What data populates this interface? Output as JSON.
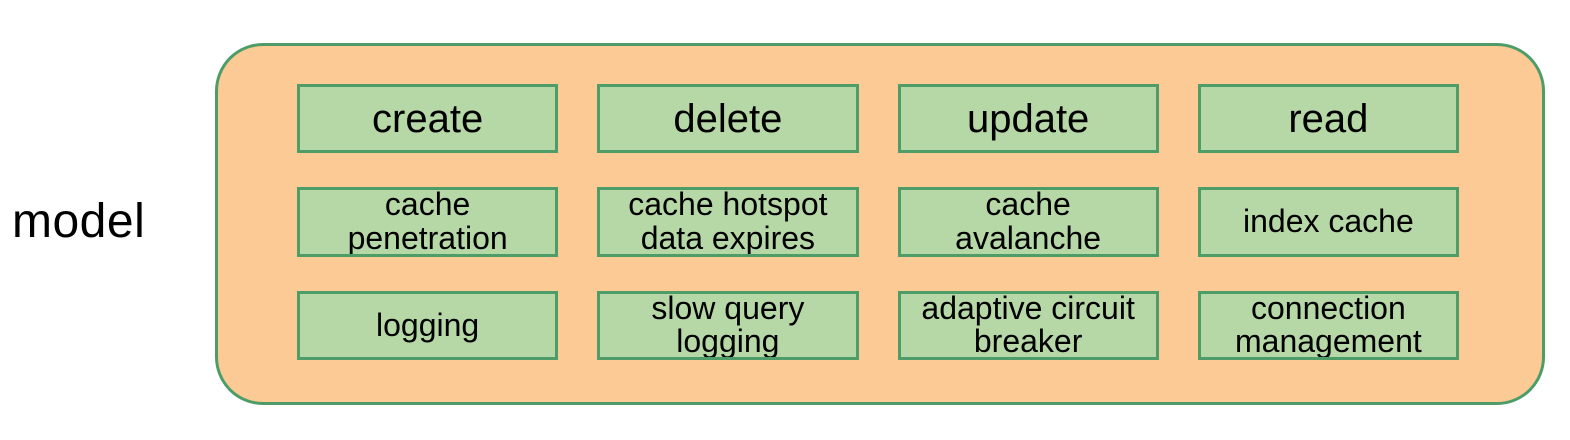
{
  "diagram": {
    "side_label": "model",
    "grid": {
      "rows": [
        {
          "cells": [
            "create",
            "delete",
            "update",
            "read"
          ]
        },
        {
          "cells": [
            "cache\npenetration",
            "cache hotspot\ndata expires",
            "cache\navalanche",
            "index cache"
          ]
        },
        {
          "cells": [
            "logging",
            "slow query\nlogging",
            "adaptive circuit\nbreaker",
            "connection\nmanagement"
          ]
        }
      ]
    },
    "colors": {
      "container_fill": "#FCCA95",
      "container_border": "#4E9D69",
      "box_fill": "#B6D7A6",
      "box_border": "#4E9D69",
      "text": "#000000"
    }
  }
}
